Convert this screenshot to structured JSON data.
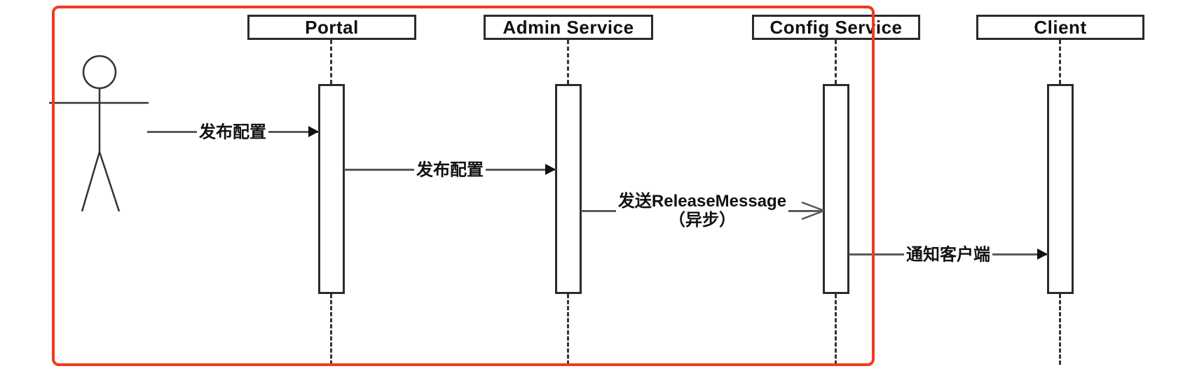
{
  "diagram": {
    "type": "uml-sequence-diagram",
    "icons": {
      "actor": "stick-figure-actor"
    },
    "participants": [
      {
        "label": "Portal"
      },
      {
        "label": "Admin Service"
      },
      {
        "label": "Config Service"
      },
      {
        "label": "Client"
      }
    ],
    "messages": [
      {
        "from": "Actor",
        "to": "Portal",
        "label": "发布配置",
        "arrow": "solid"
      },
      {
        "from": "Portal",
        "to": "Admin Service",
        "label": "发布配置",
        "arrow": "solid"
      },
      {
        "from": "Admin Service",
        "to": "Config Service",
        "label": "发送ReleaseMessage",
        "note": "（异步）",
        "arrow": "open-async"
      },
      {
        "from": "Config Service",
        "to": "Client",
        "label": "通知客户端",
        "arrow": "solid"
      }
    ],
    "colors": {
      "highlight_frame": "#f23a1e",
      "message_line": "#5a5a5a",
      "box_border": "#2b2b2b",
      "text": "#111111"
    }
  }
}
